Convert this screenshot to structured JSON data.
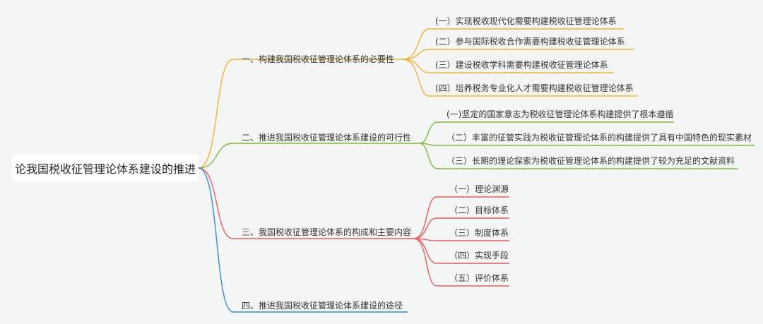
{
  "colors": {
    "background": "#f4f5f5",
    "branch_1": "#f2b431",
    "branch_2": "#7dbb3f",
    "branch_3": "#f25c5c",
    "branch_4": "#2f8fd8"
  },
  "root": {
    "label": "论我国税收征管理论体系建设的推进"
  },
  "branches": [
    {
      "label": "一、构建我国税收征管理论体系的必要性",
      "children": [
        "(一）实现税收现代化需要构建税收征管理论体系",
        "(二）参与国际税收合作需要构建税收征管理论体系",
        "(三）建设税收学科需要构建税收征管理论体系",
        "(四）培养税务专业化人才需要构建税收征管理论体系"
      ]
    },
    {
      "label": "二、推进我国税收征管理论体系建设的可行性",
      "children": [
        "(一)坚定的国家意志为税收征管理论体系构建提供了根本遵循",
        "（二）丰富的征管实践为税收征管理论体系的构建提供了具有中国特色的现实素材",
        "（三）长期的理论探索为税收征管理论体系的构建提供了较为充足的文献资料"
      ]
    },
    {
      "label": "三、我国税收征管理论体系的构成和主要内容",
      "children": [
        "（一）理论渊源",
        "（二）目标体系",
        "（三）制度体系",
        "（四）实现手段",
        "（五）评价体系"
      ]
    },
    {
      "label": "四、推进我国税收征管理论体系建设的途径",
      "children": []
    }
  ]
}
